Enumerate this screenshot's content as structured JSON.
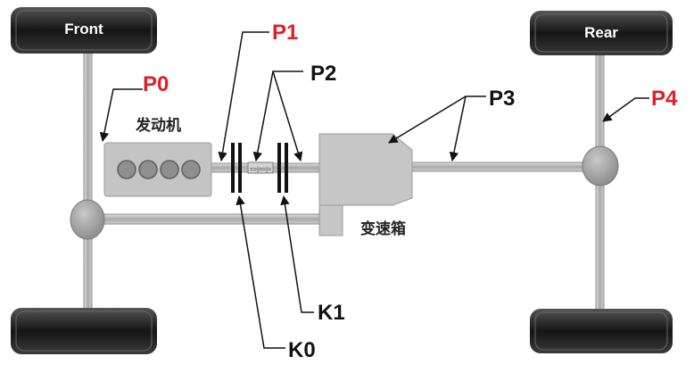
{
  "wheels": {
    "front_label": "Front",
    "rear_label": "Rear"
  },
  "components": {
    "engine_label": "发动机",
    "gearbox_label": "变速箱",
    "shaft_mark": "=>|==|="
  },
  "positions": {
    "p0": "P0",
    "p1": "P1",
    "p2": "P2",
    "p3": "P3",
    "p4": "P4"
  },
  "clutches": {
    "k0": "K0",
    "k1": "K1"
  },
  "colors": {
    "highlight": "#e01f26",
    "label": "#111111",
    "wheel": "#2a2a2a",
    "axle": "#b9b9b9",
    "housing": "#c4c4c4"
  }
}
